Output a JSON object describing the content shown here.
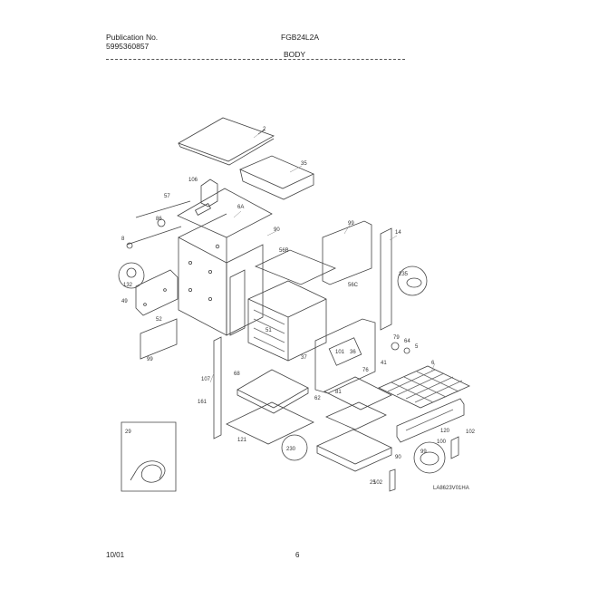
{
  "header": {
    "publication_label": "Publication No.",
    "publication_number": "5995360857",
    "model": "FGB24L2A",
    "section": "BODY"
  },
  "footer": {
    "date": "10/01",
    "page": "6"
  },
  "diagram": {
    "code": "LA8623V01HA",
    "part_labels": [
      "2",
      "35",
      "106",
      "6A",
      "57",
      "8",
      "86",
      "90",
      "56B",
      "99",
      "14",
      "235",
      "132",
      "49",
      "52",
      "56C",
      "51",
      "79",
      "64",
      "5",
      "101",
      "36",
      "37",
      "41",
      "76",
      "99",
      "107",
      "68",
      "62",
      "230",
      "161",
      "81",
      "6",
      "120",
      "102",
      "29",
      "121",
      "90",
      "100",
      "99",
      "25",
      "102"
    ]
  }
}
